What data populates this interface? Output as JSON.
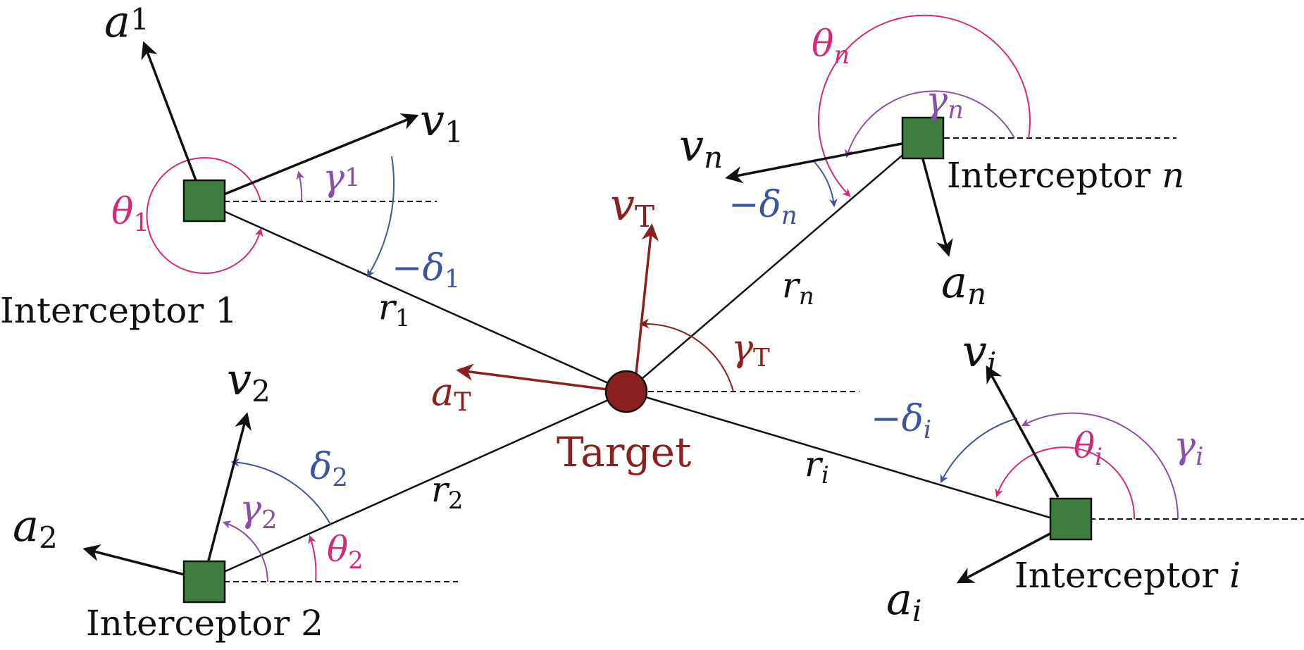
{
  "colors": {
    "black": "#111111",
    "target": "#8b2020",
    "theta": "#d02a78",
    "gamma": "#8a4fa8",
    "delta": "#3d55a0",
    "interceptor_fill": "#3e7d3e"
  },
  "target": {
    "name": "Target",
    "velocity": "v",
    "velocity_sub": "T",
    "accel": "a",
    "accel_sub": "T",
    "gamma": "γ",
    "gamma_sub": "T"
  },
  "interceptors": [
    {
      "id": "1",
      "name": "Interceptor 1",
      "a": "a",
      "a_sub": "1",
      "v": "v",
      "v_sub": "1",
      "r": "r",
      "r_sub": "1",
      "theta": "θ",
      "theta_sub": "1",
      "gamma": "γ",
      "gamma_sub": "1",
      "delta": "−δ",
      "delta_sub": "1"
    },
    {
      "id": "2",
      "name": "Interceptor 2",
      "a": "a",
      "a_sub": "2",
      "v": "v",
      "v_sub": "2",
      "r": "r",
      "r_sub": "2",
      "theta": "θ",
      "theta_sub": "2",
      "gamma": "γ",
      "gamma_sub": "2",
      "delta": "δ",
      "delta_sub": "2"
    },
    {
      "id": "n",
      "name_prefix": "Interceptor",
      "name_var": "n",
      "a": "a",
      "a_sub": "n",
      "v": "v",
      "v_sub": "n",
      "r": "r",
      "r_sub": "n",
      "theta": "θ",
      "theta_sub": "n",
      "gamma": "γ",
      "gamma_sub": "n",
      "delta": "−δ",
      "delta_sub": "n"
    },
    {
      "id": "i",
      "name_prefix": "Interceptor",
      "name_var": "i",
      "a": "a",
      "a_sub": "i",
      "v": "v",
      "v_sub": "i",
      "r": "r",
      "r_sub": "i",
      "theta": "θ",
      "theta_sub": "i",
      "gamma": "γ",
      "gamma_sub": "i",
      "delta": "−δ",
      "delta_sub": "i"
    }
  ]
}
